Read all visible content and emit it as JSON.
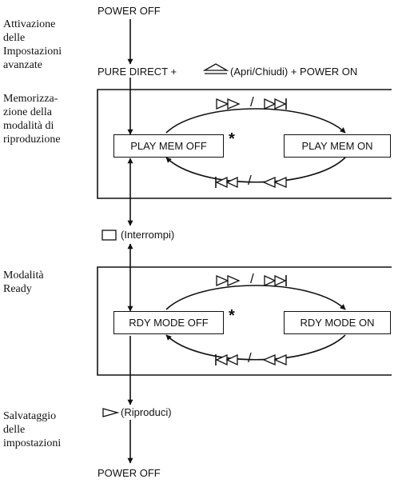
{
  "labels": {
    "attivazione": "Attivazione\ndelle\nImpostazioni\navanzate",
    "memorizzazione": "Memorizza-\nzione della\nmodalità di\nriproduzione",
    "ready": "Modalità\nReady",
    "salvataggio": "Salvataggio\ndelle\nimpostazioni"
  },
  "steps": {
    "power_off_top": "POWER OFF",
    "combo_part1": "PURE DIRECT +",
    "combo_part2": "(Apri/Chiudi) + POWER ON",
    "stop": "(Interrompi)",
    "play": "(Riproduci)",
    "power_off_bottom": "POWER OFF"
  },
  "block1": {
    "left": "PLAY MEM OFF",
    "right": "PLAY MEM ON",
    "star": "*",
    "slash": "/"
  },
  "block2": {
    "left": "RDY MODE OFF",
    "right": "RDY MODE ON",
    "star": "*",
    "slash": "/"
  },
  "icons": [
    "eject-icon",
    "stop-icon",
    "play-icon",
    "fast-forward-icon",
    "next-track-icon",
    "previous-track-icon",
    "rewind-icon"
  ]
}
